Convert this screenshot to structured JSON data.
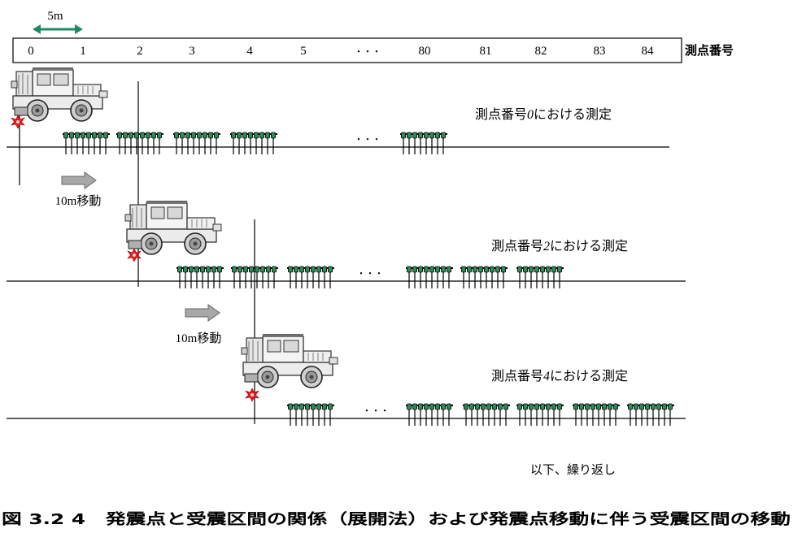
{
  "scale": {
    "spacing_label": "5m",
    "numbers": [
      "0",
      "1",
      "2",
      "3",
      "4",
      "5",
      "・・・",
      "80",
      "81",
      "82",
      "83",
      "84"
    ],
    "row_label": "測点番号"
  },
  "stages": [
    {
      "label_prefix": "測点番号",
      "label_num": "0",
      "label_suffix": "における測定",
      "dots": "・・・"
    },
    {
      "label_prefix": "測点番号",
      "label_num": "2",
      "label_suffix": "における測定",
      "dots": "・・・"
    },
    {
      "label_prefix": "測点番号",
      "label_num": "4",
      "label_suffix": "における測定",
      "dots": "・・・"
    }
  ],
  "moves": [
    {
      "label": "10m移動"
    },
    {
      "label": "10m移動"
    }
  ],
  "footer_note": "以下、繰り返し",
  "caption": "図 3.2 4　発震点と受震区間の関係（展開法）および発震点移動に伴う受震区間の移動",
  "colors": {
    "arrow": "#1e8a62",
    "geophone": "#2e8b57",
    "burst": "#e02020",
    "move_arrow": "#a8a8a8"
  }
}
